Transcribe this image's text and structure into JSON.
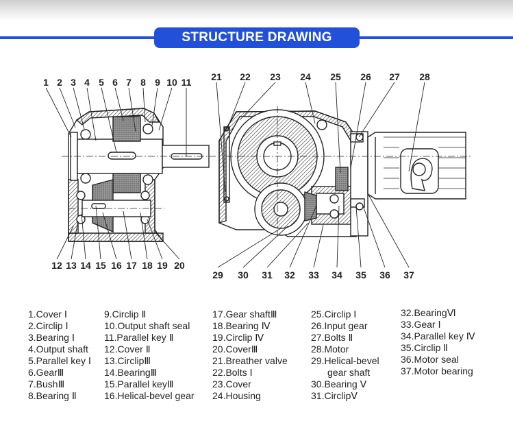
{
  "title": "STRUCTURE DRAWING",
  "top_numbers": [
    "1",
    "2",
    "3",
    "4",
    "5",
    "6",
    "7",
    "8",
    "9",
    "10",
    "11",
    "21",
    "22",
    "23",
    "24",
    "25",
    "26",
    "27",
    "28"
  ],
  "bottom_numbers": [
    "12",
    "13",
    "14",
    "15",
    "16",
    "17",
    "18",
    "19",
    "20",
    "29",
    "30",
    "31",
    "32",
    "33",
    "34",
    "35",
    "36",
    "37"
  ],
  "legend": {
    "col1": [
      "1.Cover Ⅰ",
      "2.Circlip Ⅰ",
      "3.Bearing Ⅰ",
      "4.Output shaft",
      "5.Parallel key Ⅰ",
      "6.GearⅢ",
      "7.BushⅢ",
      "8.Bearing Ⅱ"
    ],
    "col2": [
      "9.Circlip Ⅱ",
      "10.Output shaft seal",
      "11.Parallel key Ⅱ",
      "12.Cover Ⅱ",
      "13.CirclipⅢ",
      "14.BearingⅢ",
      "15.Parallel keyⅢ",
      "16.Helical-bevel gear"
    ],
    "col3": [
      "17.Gear shaftⅢ",
      "18.Bearing Ⅳ",
      "19.Circlip Ⅳ",
      "20.CoverⅢ",
      "21.Breather valve",
      "22.Bolts Ⅰ",
      "23.Cover",
      "24.Housing"
    ],
    "col4": [
      "25.Circlip Ⅰ",
      "26.Input gear",
      "27.Bolts Ⅱ",
      "28.Motor",
      "29.Helical-bevel",
      "gear shaft",
      "30.Bearing Ⅴ",
      "31.CirclipⅤ"
    ],
    "col5": [
      "32.BearingⅥ",
      "33.Gear Ⅰ",
      "34.Parallel key Ⅳ",
      "35.Circlip Ⅱ",
      "36.Motor seal",
      "37.Motor bearing"
    ]
  }
}
